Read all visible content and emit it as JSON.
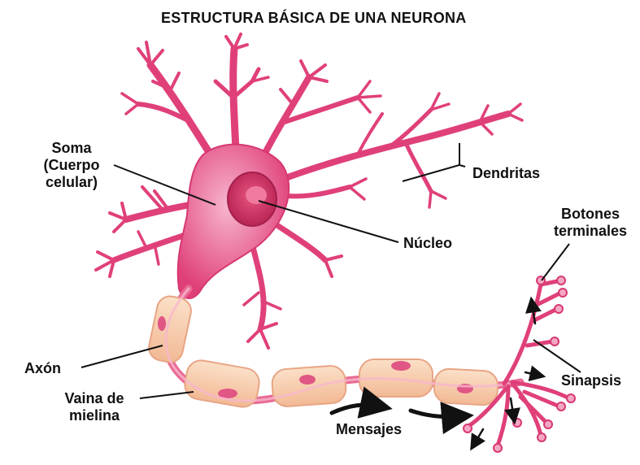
{
  "title": "ESTRUCTURA BÁSICA DE UNA NEURONA",
  "labels": {
    "soma_line1": "Soma",
    "soma_line2": "(Cuerpo",
    "soma_line3": "celular)",
    "dendritas": "Dendritas",
    "nucleo": "Núcleo",
    "botones_line1": "Botones",
    "botones_line2": "terminales",
    "axon": "Axón",
    "vaina_line1": "Vaina de",
    "vaina_line2": "mielina",
    "sinapsis": "Sinapsis",
    "mensajes": "Mensajes"
  },
  "colors": {
    "neuron": "#e0407a",
    "neuron_light": "#f4a6c4",
    "nucleus": "#d9336a",
    "myelin": "#f6c9a8",
    "myelin_edge": "#e8a585",
    "text": "#111111"
  }
}
